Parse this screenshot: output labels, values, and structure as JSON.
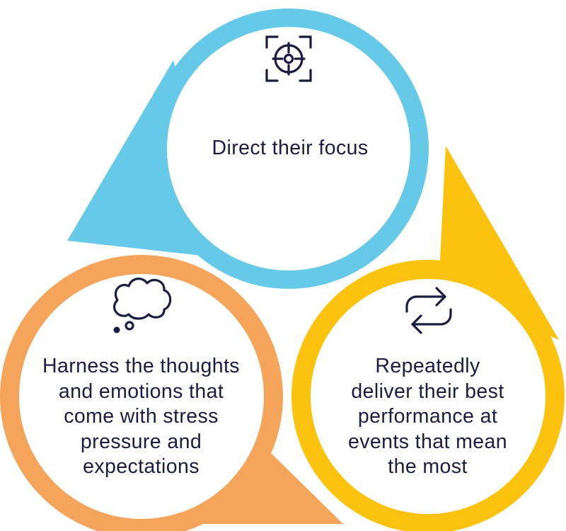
{
  "colors": {
    "blue": "#67c9e8",
    "orange": "#f5a45c",
    "yellow": "#fcc210",
    "icon_stroke": "#1a1d3f",
    "text": "#1a1d3f",
    "background": "#ffffff"
  },
  "nodes": [
    {
      "id": "top",
      "icon": "target-icon",
      "color": "#67c9e8",
      "text": "Direct their focus"
    },
    {
      "id": "left",
      "icon": "thought-bubble-icon",
      "color": "#f5a45c",
      "text": "Harness the thoughts\nand emotions that\ncome with stress\npressure and\nexpectations"
    },
    {
      "id": "right",
      "icon": "repeat-icon",
      "color": "#fcc210",
      "text": "Repeatedly\ndeliver their best\nperformance at\nevents that mean\nthe most"
    }
  ]
}
